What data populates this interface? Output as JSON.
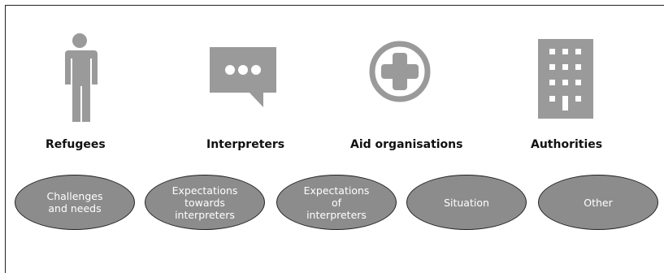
{
  "categories": [
    {
      "name": "Refugees",
      "icon": "person-icon"
    },
    {
      "name": "Interpreters",
      "icon": "speech-bubble-icon"
    },
    {
      "name": "Aid organisations",
      "icon": "medical-cross-icon"
    },
    {
      "name": "Authorities",
      "icon": "building-icon"
    }
  ],
  "topics": [
    "Challenges\nand needs",
    "Expectations\ntowards\ninterpreters",
    "Expectations\nof\ninterpreters",
    "Situation",
    "Other"
  ],
  "colors": {
    "icon": "#9a9a9a",
    "ellipse_fill": "#8c8c8c",
    "ellipse_stroke": "#222222"
  }
}
